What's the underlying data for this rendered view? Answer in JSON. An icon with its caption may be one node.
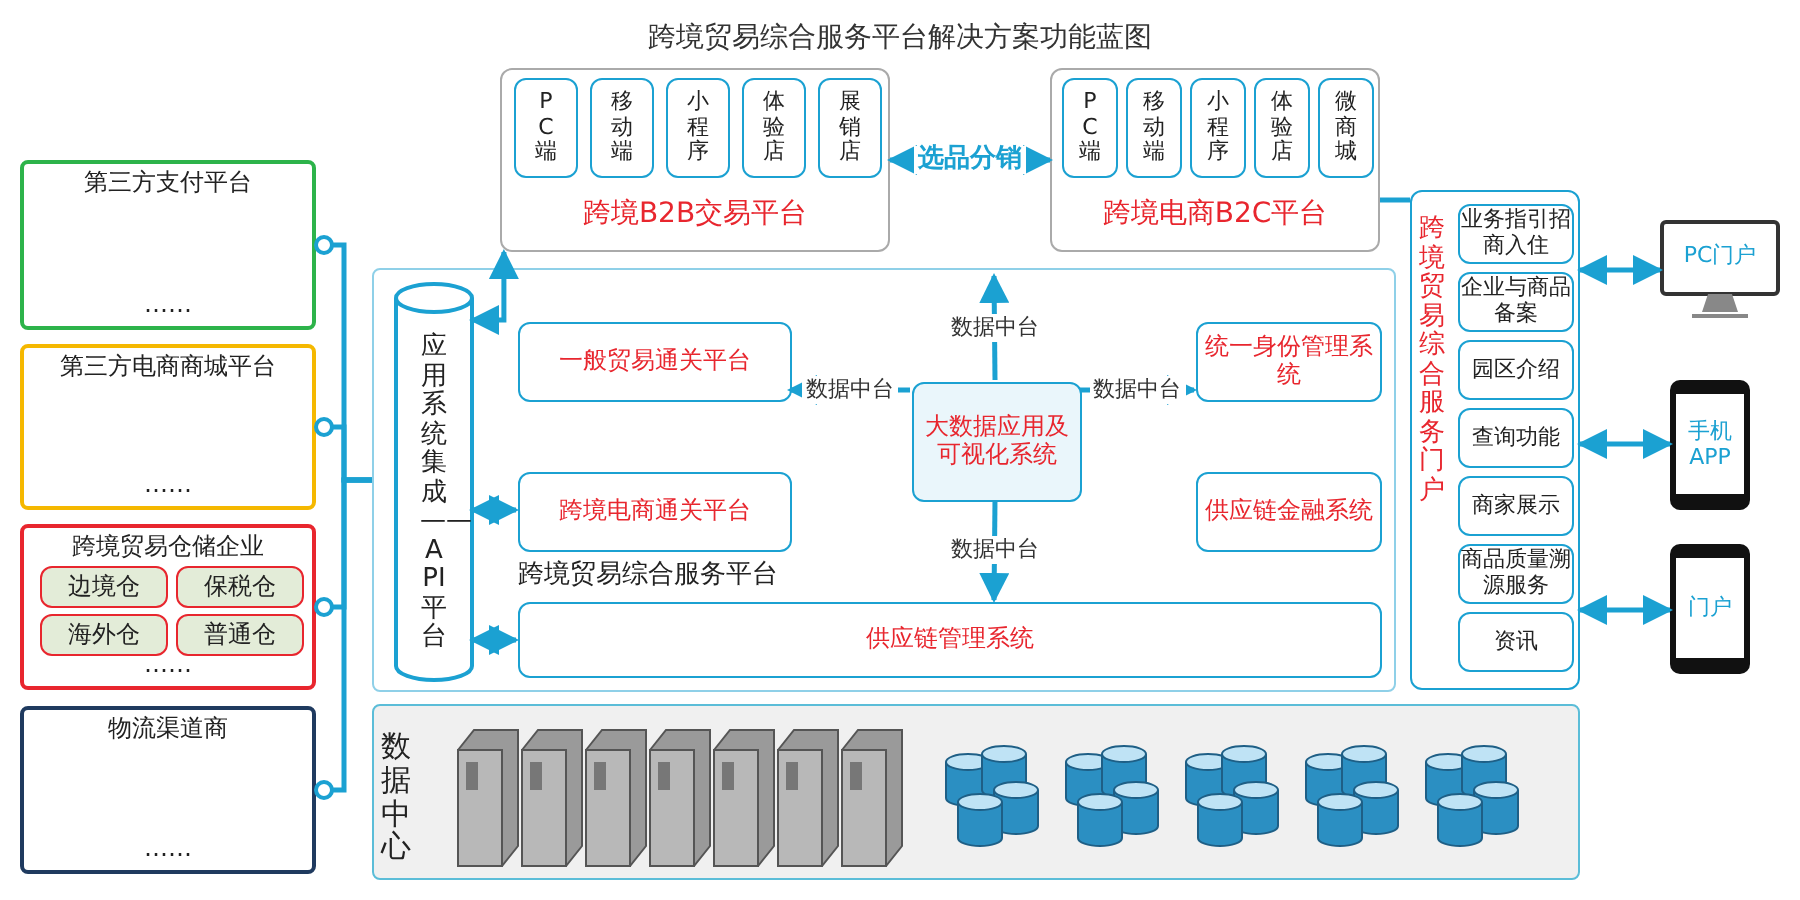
{
  "diagram": {
    "title": "跨境贸易综合服务平台解决方案功能蓝图",
    "nodes": [
      {
        "text": [
          "第三方支付平台",
          "……"
        ]
      },
      {
        "text": [
          "第三方电商商城平台",
          "……"
        ]
      },
      {
        "text": [
          "跨境贸易仓储企业",
          "……"
        ]
      },
      {
        "text": [
          "边境仓"
        ],
        "in": 2
      },
      {
        "text": [
          "保税仓"
        ],
        "in": 2
      },
      {
        "text": [
          "海外仓"
        ],
        "in": 2
      },
      {
        "text": [
          "普通仓"
        ],
        "in": 2
      },
      {
        "text": [
          "物流渠道商",
          "……"
        ]
      },
      {
        "text": [
          "跨境贸易综合服务平台"
        ]
      },
      {
        "text": [
          "应用系统集成——API平台"
        ],
        "in": 8
      },
      {
        "text": [
          "跨境B2B交易平台"
        ]
      },
      {
        "text": [
          "PC端"
        ],
        "in": 10
      },
      {
        "text": [
          "移动端"
        ],
        "in": 10
      },
      {
        "text": [
          "小程序"
        ],
        "in": 10
      },
      {
        "text": [
          "体验店"
        ],
        "in": 10
      },
      {
        "text": [
          "展销店"
        ],
        "in": 10
      },
      {
        "text": [
          "跨境电商B2C平台"
        ]
      },
      {
        "text": [
          "PC端"
        ],
        "in": 16
      },
      {
        "text": [
          "移动端"
        ],
        "in": 16
      },
      {
        "text": [
          "小程序"
        ],
        "in": 16
      },
      {
        "text": [
          "体验店"
        ],
        "in": 16
      },
      {
        "text": [
          "微商城"
        ],
        "in": 16
      },
      {
        "text": [
          "一般贸易通关平台"
        ],
        "in": 8
      },
      {
        "text": [
          "跨境电商通关平台"
        ],
        "in": 8
      },
      {
        "text": [
          "大数据应用及可视化系统"
        ],
        "in": 8
      },
      {
        "text": [
          "统一身份管理系统"
        ],
        "in": 8
      },
      {
        "text": [
          "供应链金融系统"
        ],
        "in": 8
      },
      {
        "text": [
          "供应链管理系统"
        ],
        "in": 8
      },
      {
        "text": [
          "跨境贸易综合服务门户"
        ]
      },
      {
        "text": [
          "业务指引招商入住"
        ],
        "in": 28
      },
      {
        "text": [
          "企业与商品备案"
        ],
        "in": 28
      },
      {
        "text": [
          "园区介绍"
        ],
        "in": 28
      },
      {
        "text": [
          "查询功能"
        ],
        "in": 28
      },
      {
        "text": [
          "商家展示"
        ],
        "in": 28
      },
      {
        "text": [
          "商品质量溯源服务"
        ],
        "in": 28
      },
      {
        "text": [
          "资讯"
        ],
        "in": 28
      },
      {
        "text": [
          "PC门户"
        ]
      },
      {
        "text": [
          "手机APP"
        ]
      },
      {
        "text": [
          "门户"
        ]
      },
      {
        "text": [
          "数据中心"
        ]
      }
    ],
    "edges": [
      {
        "from": 0,
        "to": 8,
        "arrow": "other"
      },
      {
        "from": 1,
        "to": 8,
        "arrow": "other"
      },
      {
        "from": 2,
        "to": 8,
        "arrow": "other"
      },
      {
        "from": 7,
        "to": 8,
        "arrow": "other"
      },
      {
        "from": 9,
        "to": 10,
        "arrow": "both"
      },
      {
        "from": 9,
        "to": 23,
        "arrow": "both"
      },
      {
        "from": 9,
        "to": 27,
        "arrow": "both"
      },
      {
        "from": 10,
        "to": 16,
        "arrow": "both",
        "label": "选品分销"
      },
      {
        "from": 24,
        "to": null,
        "arrow": "to",
        "label": "数据中台"
      },
      {
        "from": 24,
        "to": 22,
        "arrow": "to",
        "label": "数据中台"
      },
      {
        "from": 24,
        "to": 25,
        "arrow": "to",
        "label": "数据中台"
      },
      {
        "from": 24,
        "to": 27,
        "arrow": "to",
        "label": "数据中台"
      },
      {
        "from": 16,
        "to": 28,
        "arrow": "none"
      },
      {
        "from": 28,
        "to": 36,
        "arrow": "both"
      },
      {
        "from": 28,
        "to": 37,
        "arrow": "both"
      },
      {
        "from": 28,
        "to": 38,
        "arrow": "both"
      }
    ]
  }
}
